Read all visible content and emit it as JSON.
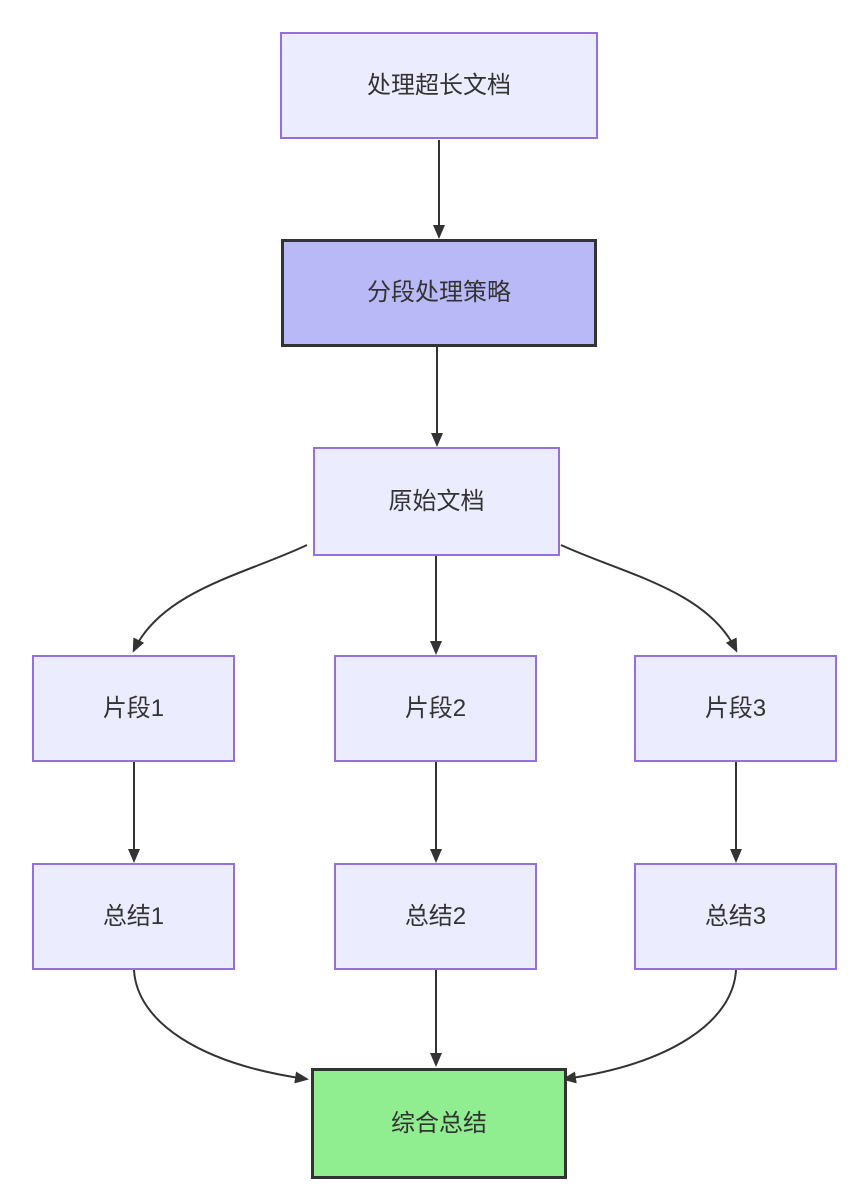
{
  "colors": {
    "bg": "#ffffff",
    "edge": "#333333",
    "text": "#333333",
    "node-fill": "#ECECFF",
    "node-stroke": "#9370DB",
    "emphasis-fill": "#B9B9F8",
    "strong-stroke": "#333333",
    "result-fill": "#90EE90"
  },
  "diagram": {
    "type": "flowchart-top-down",
    "nodes": [
      {
        "id": "title",
        "label": "处理超长文档",
        "style": "default"
      },
      {
        "id": "strategy",
        "label": "分段处理策略",
        "style": "emphasis"
      },
      {
        "id": "doc",
        "label": "原始文档",
        "style": "default"
      },
      {
        "id": "frag1",
        "label": "片段1",
        "style": "default"
      },
      {
        "id": "frag2",
        "label": "片段2",
        "style": "default"
      },
      {
        "id": "frag3",
        "label": "片段3",
        "style": "default"
      },
      {
        "id": "sum1",
        "label": "总结1",
        "style": "default"
      },
      {
        "id": "sum2",
        "label": "总结2",
        "style": "default"
      },
      {
        "id": "sum3",
        "label": "总结3",
        "style": "default"
      },
      {
        "id": "final",
        "label": "综合总结",
        "style": "result"
      }
    ],
    "edges": [
      {
        "from": "处理超长文档",
        "to": "分段处理策略"
      },
      {
        "from": "分段处理策略",
        "to": "原始文档"
      },
      {
        "from": "原始文档",
        "to": "片段1"
      },
      {
        "from": "原始文档",
        "to": "片段2"
      },
      {
        "from": "原始文档",
        "to": "片段3"
      },
      {
        "from": "片段1",
        "to": "总结1"
      },
      {
        "from": "片段2",
        "to": "总结2"
      },
      {
        "from": "片段3",
        "to": "总结3"
      },
      {
        "from": "总结1",
        "to": "综合总结"
      },
      {
        "from": "总结2",
        "to": "综合总结"
      },
      {
        "from": "总结3",
        "to": "综合总结"
      }
    ]
  }
}
